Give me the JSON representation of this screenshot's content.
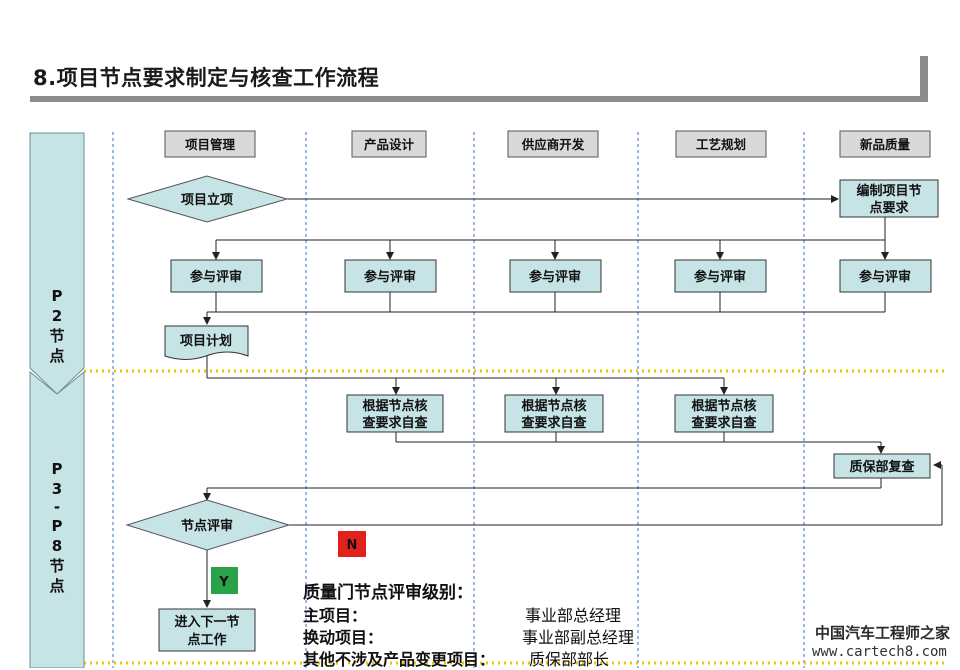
{
  "title": "8.项目节点要求制定与核查工作流程",
  "lanes": [
    "项目管理",
    "产品设计",
    "供应商开发",
    "工艺规划",
    "新品质量"
  ],
  "phases": {
    "p2": [
      "P",
      "2",
      "节",
      "点"
    ],
    "p3": [
      "P",
      "3",
      "-",
      "P",
      "8",
      "节",
      "点"
    ]
  },
  "nodes": {
    "project_start": "项目立项",
    "compile_req": [
      "编制项目节",
      "点要求"
    ],
    "review": "参与评审",
    "project_plan": "项目计划",
    "self_check": [
      "根据节点核",
      "查要求自查"
    ],
    "qa_recheck": "质保部复查",
    "node_review": "节点评审",
    "next_node": [
      "进入下一节",
      "点工作"
    ]
  },
  "badges": {
    "no": "N",
    "yes": "Y"
  },
  "colors": {
    "diamond": "#c6e3e6",
    "box": "#c6e3e6",
    "no": "#e3211c",
    "yes": "#2aa24a",
    "phase": "#c6e3e6",
    "dotted": "#f0c200"
  },
  "legend": {
    "heading": "质量门节点评审级别：",
    "rows": [
      {
        "key": "主项目：",
        "value": "事业部总经理"
      },
      {
        "key": "换动项目：",
        "value": "事业部副总经理"
      },
      {
        "key": "其他不涉及产品变更项目：",
        "value": "质保部部长"
      }
    ]
  },
  "watermark": {
    "cn": "中国汽车工程师之家",
    "url": "www.cartech8.com"
  }
}
